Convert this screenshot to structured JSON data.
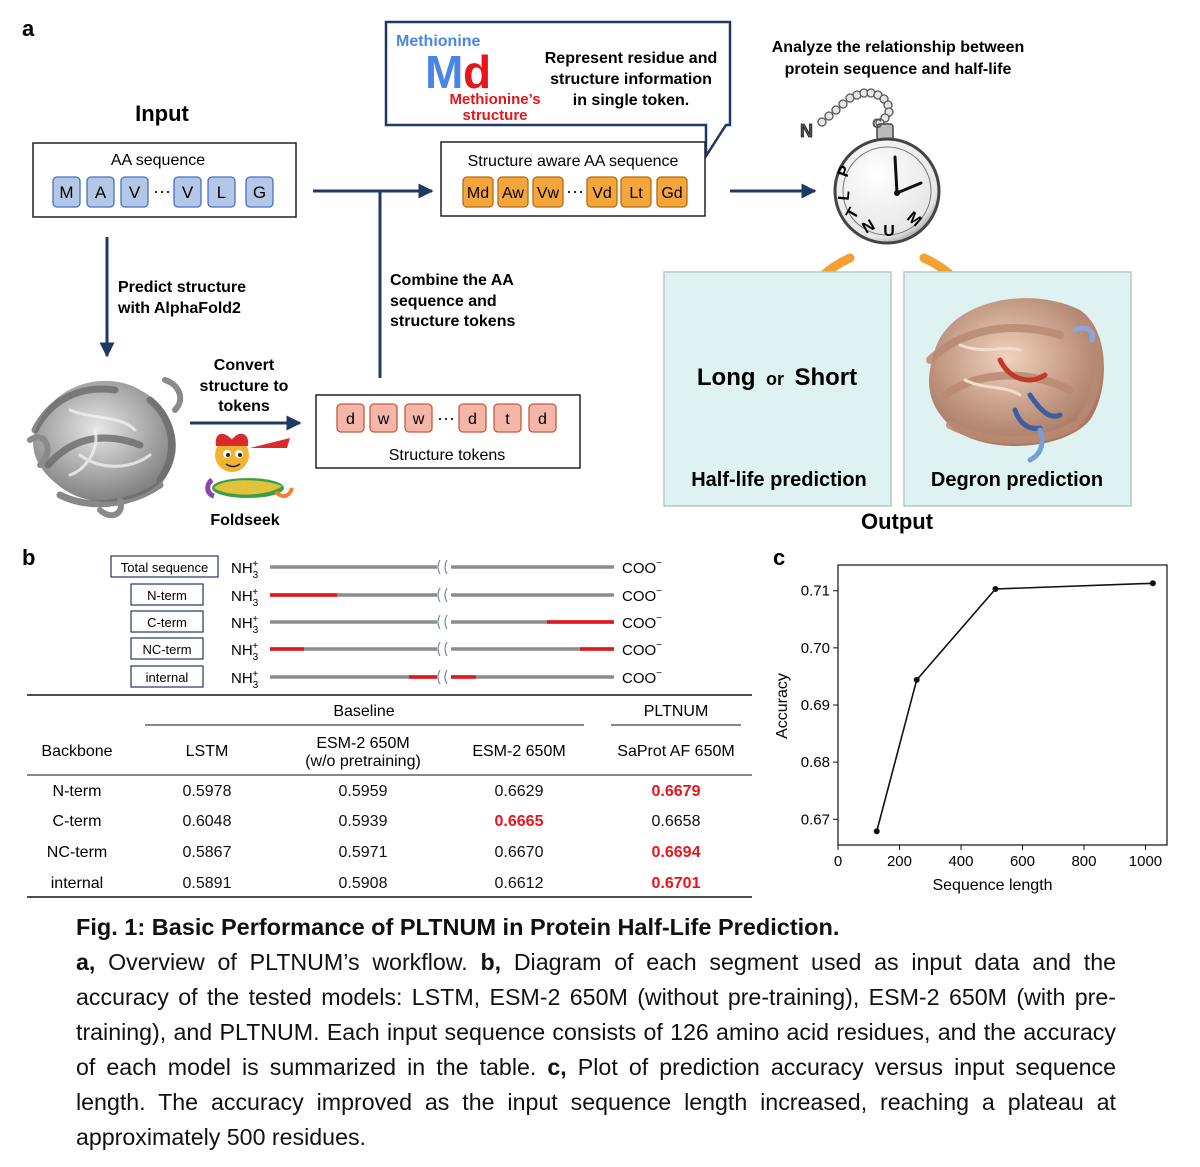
{
  "panels": {
    "a": "a",
    "b": "b",
    "c": "c"
  },
  "workflow": {
    "input_label": "Input",
    "aa_sequence_title": "AA sequence",
    "aa_tokens": [
      "M",
      "A",
      "V",
      "V",
      "L",
      "G"
    ],
    "ellipsis": "···",
    "predict_label_1": "Predict structure",
    "predict_label_2": "with AlphaFold2",
    "convert_label_1": "Convert",
    "convert_label_2": "structure to",
    "convert_label_3": "tokens",
    "foldseek_label": "Foldseek",
    "structure_tokens_title": "Structure tokens",
    "structure_tokens": [
      "d",
      "w",
      "w",
      "d",
      "t",
      "d"
    ],
    "combine_label_1": "Combine the AA",
    "combine_label_2": "sequence and",
    "combine_label_3": "structure tokens",
    "sa_title": "Structure aware AA sequence",
    "sa_tokens": [
      "Md",
      "Aw",
      "Vw",
      "Vd",
      "Lt",
      "Gd"
    ],
    "callout_methionine": "Methionine",
    "callout_big_M": "M",
    "callout_big_d": "d",
    "callout_structure_1": "Methionine’s",
    "callout_structure_2": "structure",
    "callout_text_1": "Represent residue and",
    "callout_text_2": "structure information",
    "callout_text_3": "in single token.",
    "analyze_1": "Analyze  the relationship  between",
    "analyze_2": "protein sequence and half-life",
    "watch_N": "N",
    "watch_C": "C",
    "watch_letters": [
      "P",
      "L",
      "T",
      "N",
      "U",
      "M"
    ],
    "long_label": "Long",
    "or_label": "or",
    "short_label": "Short",
    "halflife_label": "Half-life prediction",
    "degron_label": "Degron prediction",
    "output_label": "Output"
  },
  "segments": {
    "labels": [
      "Total sequence",
      "N-term",
      "C-term",
      "NC-term",
      "internal"
    ],
    "nh3": "NH",
    "nh3_sub": "3",
    "nh3_sup": "+",
    "coo": "COO",
    "coo_sup": "−",
    "highlight_color": "#e8141b",
    "backbone_color": "#8c8c8c"
  },
  "table": {
    "group_baseline": "Baseline",
    "group_pltnum": "PLTNUM",
    "col_backbone": "Backbone",
    "col_lstm": "LSTM",
    "col_esm_nopre_1": "ESM-2 650M",
    "col_esm_nopre_2": "(w/o pretraining)",
    "col_esm": "ESM-2 650M",
    "col_saprot": "SaProt AF 650M",
    "rows": [
      {
        "name": "N-term",
        "values": [
          "0.5978",
          "0.5959",
          "0.6629",
          "0.6679"
        ],
        "best": 3
      },
      {
        "name": "C-term",
        "values": [
          "0.6048",
          "0.5939",
          "0.6665",
          "0.6658"
        ],
        "best": 2
      },
      {
        "name": "NC-term",
        "values": [
          "0.5867",
          "0.5971",
          "0.6670",
          "0.6694"
        ],
        "best": 3
      },
      {
        "name": "internal",
        "values": [
          "0.5891",
          "0.5908",
          "0.6612",
          "0.6701"
        ],
        "best": 3
      }
    ],
    "best_color": "#e8141b"
  },
  "chart_data": {
    "type": "line",
    "xlabel": "Sequence length",
    "ylabel": "Accuracy",
    "x": [
      126,
      256,
      512,
      1024
    ],
    "y": [
      0.6679,
      0.6944,
      0.7103,
      0.7113
    ],
    "xlim": [
      0,
      1070
    ],
    "ylim": [
      0.6655,
      0.7145
    ],
    "xticks": [
      0,
      200,
      400,
      600,
      800,
      1000
    ],
    "yticks": [
      0.67,
      0.68,
      0.69,
      0.7,
      0.71
    ],
    "ytick_labels": [
      "0.67",
      "0.68",
      "0.69",
      "0.70",
      "0.71"
    ],
    "grid": false,
    "legend": "none"
  },
  "caption": {
    "title": "Fig. 1: Basic Performance of PLTNUM in Protein Half-Life Prediction.",
    "a_label": "a,",
    "a_text": " Overview of PLTNUM’s workflow. ",
    "b_label": "b,",
    "b_text": " Diagram of each segment used as input data and the accuracy of the tested models: LSTM, ESM-2 650M (without pre-training), ESM-2 650M (with pre-training), and PLTNUM. Each input sequence consists of 126 amino acid residues, and the accuracy of each model is summarized in the table. ",
    "c_label": "c,",
    "c_text": " Plot of prediction accuracy versus input sequence length. The accuracy improved as the input sequence length increased, reaching a plateau at approximately 500 residues."
  },
  "colors": {
    "arrow": "#1f3864",
    "aa_token": "#b4c7e7",
    "aa_token_border": "#4472c4",
    "struct_token": "#f4b6a8",
    "struct_token_border": "#c55a3f",
    "sa_token": "#f5a63a",
    "sa_token_border": "#b36b10",
    "output_panel": "#dff2f2",
    "orange_arrow": "#f5a033",
    "methionine_blue": "#4a86e8",
    "structure_red": "#e8141b"
  }
}
